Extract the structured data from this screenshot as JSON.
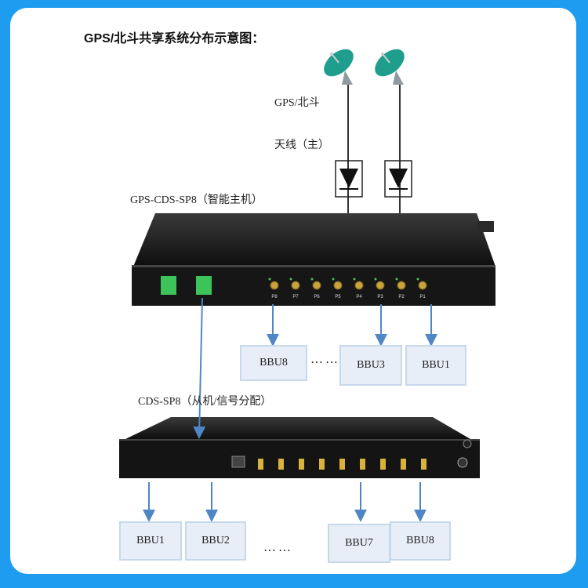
{
  "title": "GPS/北斗共享系统分布示意图：",
  "antenna": {
    "label_line1": "GPS/北斗",
    "label_line2": "天线（主）"
  },
  "host": {
    "label": "GPS-CDS-SP8（智能主机）",
    "ports": [
      "P8",
      "P7",
      "P6",
      "P5",
      "P4",
      "P3",
      "P2",
      "P1"
    ]
  },
  "slave": {
    "label": "CDS-SP8（从机/信号分配）"
  },
  "upper_bbus": [
    "BBU8",
    "BBU3",
    "BBU1"
  ],
  "upper_dots": "……",
  "lower_bbus": [
    "BBU1",
    "BBU2",
    "BBU7",
    "BBU8"
  ],
  "lower_dots": "……",
  "colors": {
    "arrow": "#4f86c6",
    "bbu_fill": "#e7eef8",
    "bbu_border": "#c6d8ec",
    "dish": "#1f9e8e",
    "frame": "#1e9cf0"
  }
}
